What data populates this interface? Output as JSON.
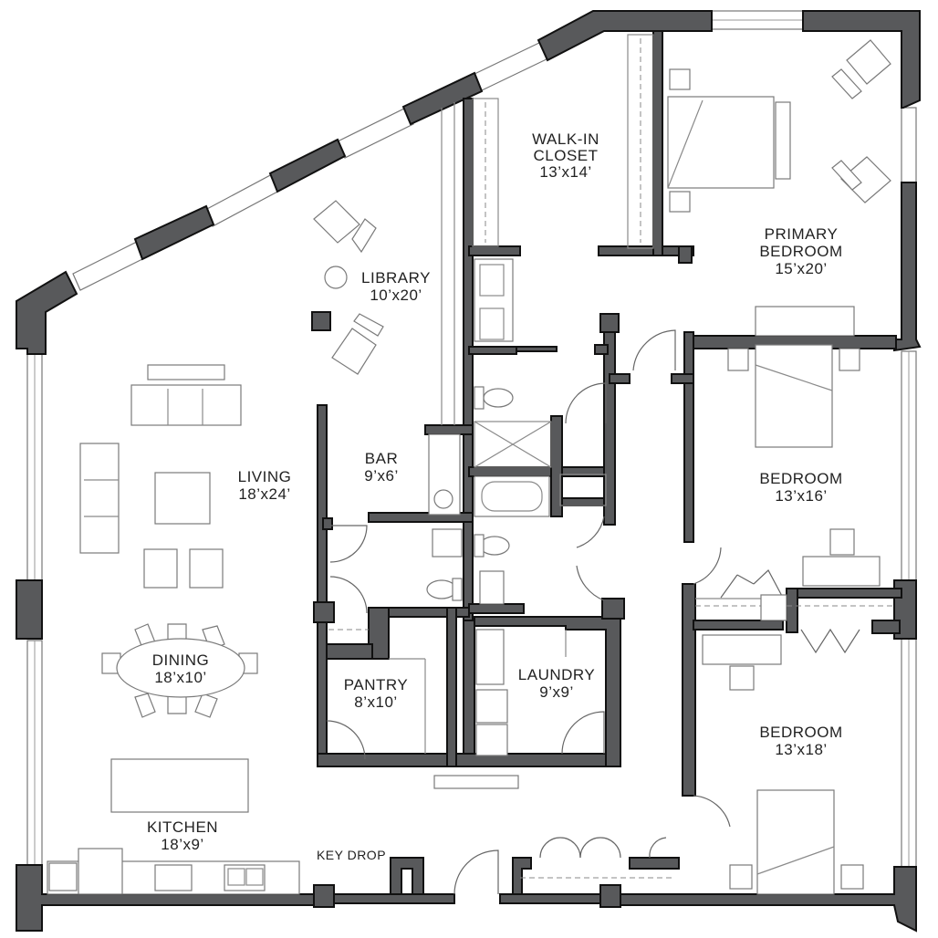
{
  "rooms": {
    "walkin": {
      "name": "WALK-IN",
      "name2": "CLOSET",
      "size": "13’x14’"
    },
    "primary": {
      "name": "PRIMARY",
      "name2": "BEDROOM",
      "size": "15’x20’"
    },
    "library": {
      "name": "LIBRARY",
      "size": "10’x20’"
    },
    "living": {
      "name": "LIVING",
      "size": "18’x24’"
    },
    "bar": {
      "name": "BAR",
      "size": "9’x6’"
    },
    "bedroom1": {
      "name": "BEDROOM",
      "size": "13’x16’"
    },
    "dining": {
      "name": "DINING",
      "size": "18’x10’"
    },
    "pantry": {
      "name": "PANTRY",
      "size": "8’x10’"
    },
    "laundry": {
      "name": "LAUNDRY",
      "size": "9’x9’"
    },
    "bedroom2": {
      "name": "BEDROOM",
      "size": "13’x18’"
    },
    "kitchen": {
      "name": "KITCHEN",
      "size": "18’x9’"
    }
  },
  "labels": {
    "key_drop": "KEY DROP"
  },
  "colors": {
    "wall": "#58595b",
    "outline": "#111111",
    "furniture": "#7a7a7a"
  }
}
